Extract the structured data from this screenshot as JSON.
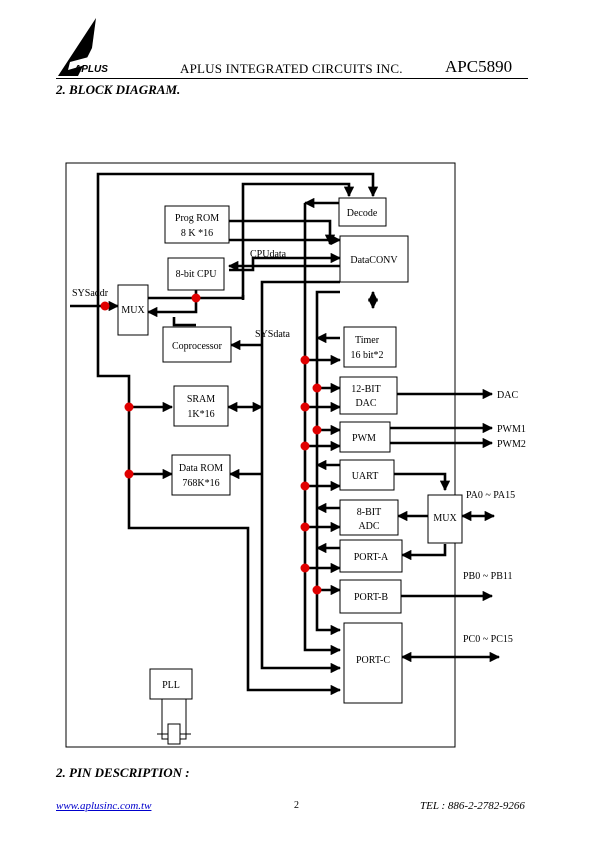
{
  "header": {
    "logo_text": "APLUS",
    "company": "APLUS INTEGRATED CIRCUITS INC.",
    "part_number": "APC5890"
  },
  "sections": {
    "block_diagram": "2. BLOCK DIAGRAM.",
    "pin_description": "2.  PIN DESCRIPTION :"
  },
  "diagram": {
    "blocks": {
      "prog_rom": [
        "Prog ROM",
        "8 K *16"
      ],
      "cpu": "8-bit CPU",
      "mux_left": "MUX",
      "coprocessor": "Coprocessor",
      "sram": [
        "SRAM",
        "1K*16"
      ],
      "data_rom": [
        "Data ROM",
        "768K*16"
      ],
      "pll": "PLL",
      "decode": "Decode",
      "dataconv": "DataCONV",
      "timer": [
        "Timer",
        "16 bit*2"
      ],
      "dac": [
        "12-BIT",
        "DAC"
      ],
      "pwm": "PWM",
      "uart": "UART",
      "adc": [
        "8-BIT",
        "ADC"
      ],
      "port_a": "PORT-A",
      "port_b": "PORT-B",
      "port_c": "PORT-C",
      "mux_right": "MUX"
    },
    "labels": {
      "sysaddr": "SYSaddr",
      "cpudata": "CPUdata",
      "sysdata": "SYSdata"
    },
    "pins": {
      "dac": "DAC",
      "pwm1": "PWM1",
      "pwm2": "PWM2",
      "pa": "PA0 ~ PA15",
      "pb": "PB0 ~ PB11",
      "pc": "PC0 ~ PC15"
    }
  },
  "footer": {
    "website": "www.aplusinc.com.tw",
    "page": "2",
    "tel": "TEL : 886-2-2782-9266"
  },
  "colors": {
    "junction": "#e00000",
    "line": "#000000",
    "link": "#0000cc"
  }
}
